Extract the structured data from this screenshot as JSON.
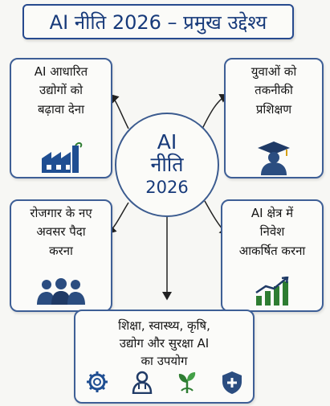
{
  "title": "AI नीति 2026 – प्रमुख उद्देश्य",
  "center": {
    "line1": "AI",
    "line2": "नीति",
    "line3": "2026"
  },
  "cards": {
    "top_left": {
      "text": "AI आधारित\nउद्योगों को\nबढ़ावा देना",
      "icon": "factory-icon"
    },
    "top_right": {
      "text": "युवाओं को\nतकनीकी\nप्रशिक्षण",
      "icon": "graduate-icon"
    },
    "mid_left": {
      "text": "रोजगार के नए\nअवसर पैदा\nकरना",
      "icon": "people-group-icon"
    },
    "mid_right": {
      "text": "AI क्षेत्र में\nनिवेश\nआकर्षित करना",
      "icon": "growth-chart-icon"
    },
    "bottom": {
      "text": "शिक्षा, स्वास्थ्य, कृषि,\nउद्योग और सुरक्षा  AI\nका उपयोग",
      "icons": [
        "gear-icon",
        "doctor-icon",
        "plant-icon",
        "shield-plus-icon"
      ]
    }
  },
  "colors": {
    "primary": "#173a7a",
    "border": "#3e5f96",
    "icon_green": "#2e7d32",
    "background": "#f7f7f4"
  }
}
